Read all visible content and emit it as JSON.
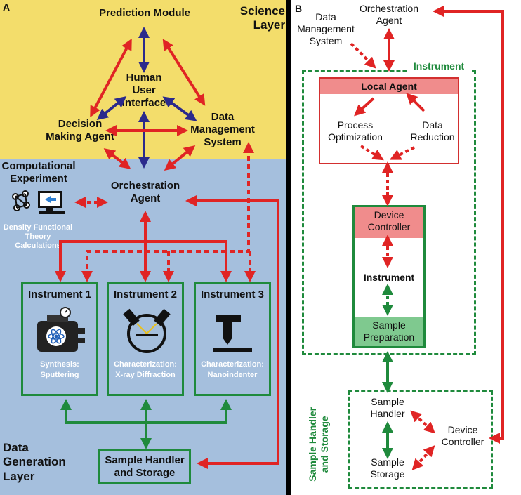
{
  "panel_a": {
    "label": "A",
    "science_layer": "Science\nLayer",
    "data_generation_layer": "Data\nGeneration\nLayer",
    "prediction_module": "Prediction Module",
    "human_user_interface": "Human\nUser\nInterface",
    "decision_making_agent": "Decision\nMaking Agent",
    "data_management_system": "Data\nManagement\nSystem",
    "computational_experiment": "Computational\nExperiment",
    "dft_calculations": "Density Functional\nTheory\nCalculations",
    "orchestration_agent": "Orchestration\nAgent",
    "instruments": [
      {
        "name": "Instrument 1",
        "description": "Synthesis:\nSputtering"
      },
      {
        "name": "Instrument 2",
        "description": "Characterization:\nX-ray Diffraction"
      },
      {
        "name": "Instrument 3",
        "description": "Characterization:\nNanoindenter"
      }
    ],
    "sample_handler_storage": "Sample Handler\nand Storage"
  },
  "panel_b": {
    "label": "B",
    "data_management_system": "Data\nManagement\nSystem",
    "orchestration_agent": "Orchestration\nAgent",
    "instrument_group": "Instrument",
    "local_agent": "Local Agent",
    "process_optimization": "Process\nOptimization",
    "data_reduction": "Data\nReduction",
    "device_controller": "Device\nController",
    "instrument": "Instrument",
    "sample_preparation": "Sample\nPreparation",
    "sample_handler_storage_group": "Sample Handler\nand Storage",
    "sample_handler": "Sample\nHandler",
    "sample_storage": "Sample\nStorage",
    "device_controller_2": "Device\nController"
  },
  "colors": {
    "science_layer": "#f3dd6b",
    "data_layer": "#a5bfdd",
    "red": "#e02424",
    "navy": "#2b2a8c",
    "green": "#1f8a3c"
  }
}
